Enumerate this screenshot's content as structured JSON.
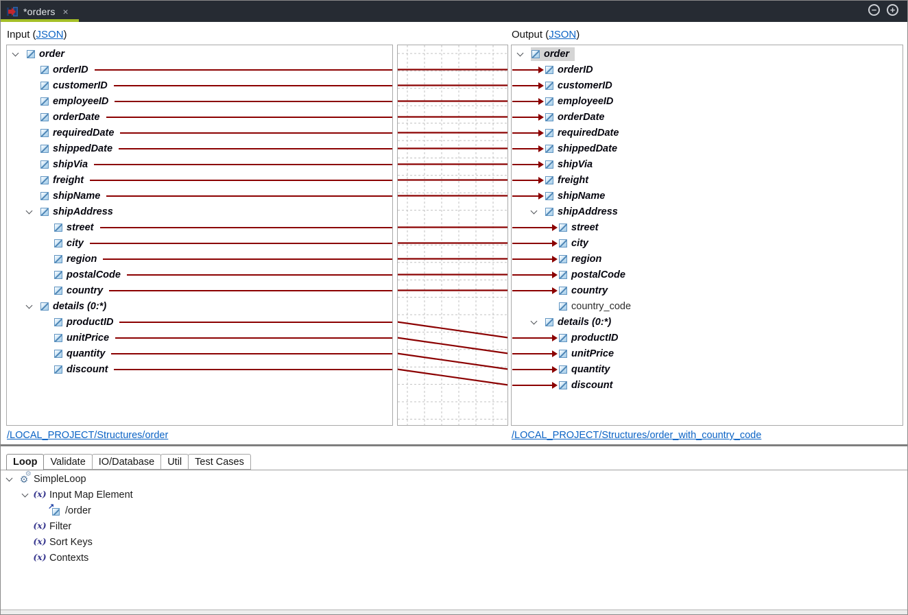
{
  "tab": {
    "title": "*orders",
    "close_icon": "×"
  },
  "window_controls": {
    "minimize_icon": "−",
    "maximize_icon": "+"
  },
  "icons": {
    "tab_icon": "mapping-document-icon",
    "chevron": "chevron-down",
    "gears": "⚙",
    "fx": "(x)",
    "ref_arrow": "↗"
  },
  "colors": {
    "map_line": "#8b0000",
    "link": "#0b63c5",
    "tabbar_bg": "#262b33",
    "active_tab_underline": "#a5bf27",
    "selection": "#d5d5d5",
    "grid": "#c0c0c0"
  },
  "input_panel": {
    "header": {
      "prefix": "Input (",
      "link": "JSON",
      "suffix": ")"
    },
    "source_link": "/LOCAL_PROJECT/Structures/order",
    "rows": [
      {
        "label": "order",
        "level": 0,
        "chevron": true
      },
      {
        "label": "orderID",
        "level": 1,
        "line": true
      },
      {
        "label": "customerID",
        "level": 1,
        "line": true
      },
      {
        "label": "employeeID",
        "level": 1,
        "line": true
      },
      {
        "label": "orderDate",
        "level": 1,
        "line": true
      },
      {
        "label": "requiredDate",
        "level": 1,
        "line": true
      },
      {
        "label": "shippedDate",
        "level": 1,
        "line": true
      },
      {
        "label": "shipVia",
        "level": 1,
        "line": true
      },
      {
        "label": "freight",
        "level": 1,
        "line": true
      },
      {
        "label": "shipName",
        "level": 1,
        "line": true
      },
      {
        "label": "shipAddress",
        "level": 1,
        "chevron": true
      },
      {
        "label": "street",
        "level": 2,
        "line": true
      },
      {
        "label": "city",
        "level": 2,
        "line": true
      },
      {
        "label": "region",
        "level": 2,
        "line": true
      },
      {
        "label": "postalCode",
        "level": 2,
        "line": true
      },
      {
        "label": "country",
        "level": 2,
        "line": true
      },
      {
        "label": "details (0:*)",
        "level": 1,
        "chevron": true
      },
      {
        "label": "productID",
        "level": 2,
        "line": true
      },
      {
        "label": "unitPrice",
        "level": 2,
        "line": true
      },
      {
        "label": "quantity",
        "level": 2,
        "line": true
      },
      {
        "label": "discount",
        "level": 2,
        "line": true
      }
    ]
  },
  "output_panel": {
    "header": {
      "prefix": "Output (",
      "link": "JSON",
      "suffix": ")"
    },
    "source_link": "/LOCAL_PROJECT/Structures/order_with_country_code",
    "rows": [
      {
        "label": "order",
        "level": 0,
        "chevron": true,
        "selected": true
      },
      {
        "label": "orderID",
        "level": 1,
        "arrow": true
      },
      {
        "label": "customerID",
        "level": 1,
        "arrow": true
      },
      {
        "label": "employeeID",
        "level": 1,
        "arrow": true
      },
      {
        "label": "orderDate",
        "level": 1,
        "arrow": true
      },
      {
        "label": "requiredDate",
        "level": 1,
        "arrow": true
      },
      {
        "label": "shippedDate",
        "level": 1,
        "arrow": true
      },
      {
        "label": "shipVia",
        "level": 1,
        "arrow": true
      },
      {
        "label": "freight",
        "level": 1,
        "arrow": true
      },
      {
        "label": "shipName",
        "level": 1,
        "arrow": true
      },
      {
        "label": "shipAddress",
        "level": 1,
        "chevron": true
      },
      {
        "label": "street",
        "level": 2,
        "arrow": true
      },
      {
        "label": "city",
        "level": 2,
        "arrow": true
      },
      {
        "label": "region",
        "level": 2,
        "arrow": true
      },
      {
        "label": "postalCode",
        "level": 2,
        "arrow": true
      },
      {
        "label": "country",
        "level": 2,
        "arrow": true
      },
      {
        "label": "country_code",
        "level": 2,
        "plain": true
      },
      {
        "label": "details (0:*)",
        "level": 1,
        "chevron": true
      },
      {
        "label": "productID",
        "level": 2,
        "arrow": true
      },
      {
        "label": "unitPrice",
        "level": 2,
        "arrow": true
      },
      {
        "label": "quantity",
        "level": 2,
        "arrow": true
      },
      {
        "label": "discount",
        "level": 2,
        "arrow": true
      }
    ]
  },
  "mapping": {
    "connections": [
      {
        "from": 1,
        "to": 1
      },
      {
        "from": 2,
        "to": 2
      },
      {
        "from": 3,
        "to": 3
      },
      {
        "from": 4,
        "to": 4
      },
      {
        "from": 5,
        "to": 5
      },
      {
        "from": 6,
        "to": 6
      },
      {
        "from": 7,
        "to": 7
      },
      {
        "from": 8,
        "to": 8
      },
      {
        "from": 9,
        "to": 9
      },
      {
        "from": 11,
        "to": 11
      },
      {
        "from": 12,
        "to": 12
      },
      {
        "from": 13,
        "to": 13
      },
      {
        "from": 14,
        "to": 14
      },
      {
        "from": 15,
        "to": 15
      },
      {
        "from": 17,
        "to": 18
      },
      {
        "from": 18,
        "to": 19
      },
      {
        "from": 19,
        "to": 20
      },
      {
        "from": 20,
        "to": 21
      }
    ]
  },
  "bottom_panel": {
    "tabs": [
      {
        "label": "Loop",
        "active": true
      },
      {
        "label": "Validate"
      },
      {
        "label": "IO/Database"
      },
      {
        "label": "Util"
      },
      {
        "label": "Test Cases"
      }
    ],
    "tree": [
      {
        "label": "SimpleLoop",
        "level": 0,
        "icon": "gears",
        "chevron": true
      },
      {
        "label": "Input Map Element",
        "level": 1,
        "icon": "fx",
        "chevron": true
      },
      {
        "label": "/order",
        "level": 2,
        "icon": "element-ref"
      },
      {
        "label": "Filter",
        "level": 1,
        "icon": "fx"
      },
      {
        "label": "Sort Keys",
        "level": 1,
        "icon": "fx"
      },
      {
        "label": "Contexts",
        "level": 1,
        "icon": "fx"
      }
    ]
  }
}
